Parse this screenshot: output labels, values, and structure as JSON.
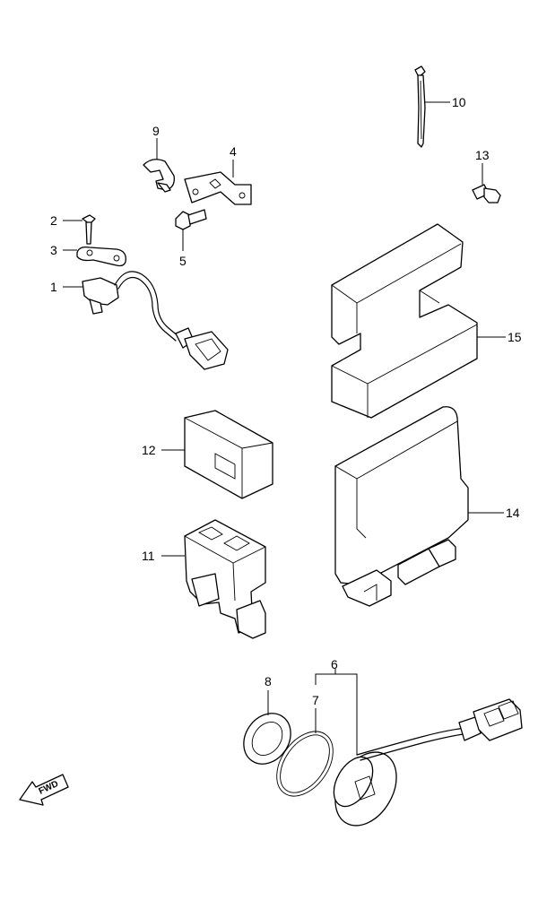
{
  "callouts": {
    "p1": "1",
    "p2": "2",
    "p3": "3",
    "p4": "4",
    "p5": "5",
    "p6": "6",
    "p7": "7",
    "p8": "8",
    "p9": "9",
    "p10": "10",
    "p11": "11",
    "p12": "12",
    "p13": "13",
    "p14": "14",
    "p15": "15"
  },
  "fwd_label": "FWD"
}
